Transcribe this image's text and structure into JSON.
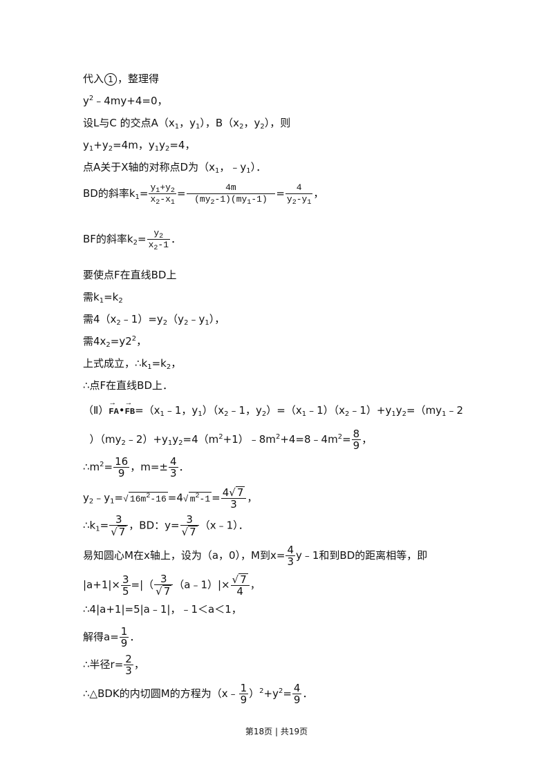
{
  "lines": {
    "l01": "代入①，整理得",
    "l02": "y² − 4my+4=0，",
    "l03": "设L与C的交点A（x₁，y₁），B（x₂，y₂），则",
    "l04": "y₁+y₂=4m，y₁y₂=4，",
    "l05": "点A关于X轴的对称点D为（x₁，﹣y₁）．",
    "l06": "BD的斜率k₁= (y₁+y₂)/(x₂−x₁) = 4m/((my₂−1)(my₁−1)) = 4/(y₂−y₁)，",
    "l07": "BF的斜率k₂= y₂/(x₂−1)．",
    "l08": "要使点F在直线BD上",
    "l09": "需k₁=k₂",
    "l10": "需4（x₂﹣1）=y₂（y₂﹣y₁），",
    "l11": "需4x₂=y2²，",
    "l12": "上式成立，∴k₁=k₂，",
    "l13": "∴点F在直线BD上．",
    "l14": "（Ⅱ）FA•FB=（x₁﹣1，y₁）（x₂﹣1，y₂）=（x₁﹣1）（x₂﹣1）+y₁y₂=（my₁﹣2",
    "l15": "）（my₂﹣2）+y₁y₂=4（m²+1）﹣8m²+4=8﹣4m²=8/9，",
    "l16": "∴m²=16/9，m=±4/3．",
    "l17": "y₂﹣y₁=√(16m²−16)=4√(m²−1)=4√7/3，",
    "l18": "∴k₁=3/√7，BD：y=3/√7（x﹣1）．",
    "l19": "易知圆心M在x轴上，设为（a，0），M到x=4/3y﹣1和到BD的距离相等，即",
    "l20": "|a+1|×3/5=|（3/√7（a﹣1）|×√7/4，",
    "l21": "∴4|a+1|=5|a﹣1|，﹣1＜a＜1，",
    "l22": "解得a=1/9．",
    "l23": "∴半径r=2/3，",
    "l24": "∴△BDK的内切圆M的方程为（x﹣1/9）²+y²=4/9．"
  },
  "footer": {
    "page_label": "第18页 | 共19页"
  }
}
